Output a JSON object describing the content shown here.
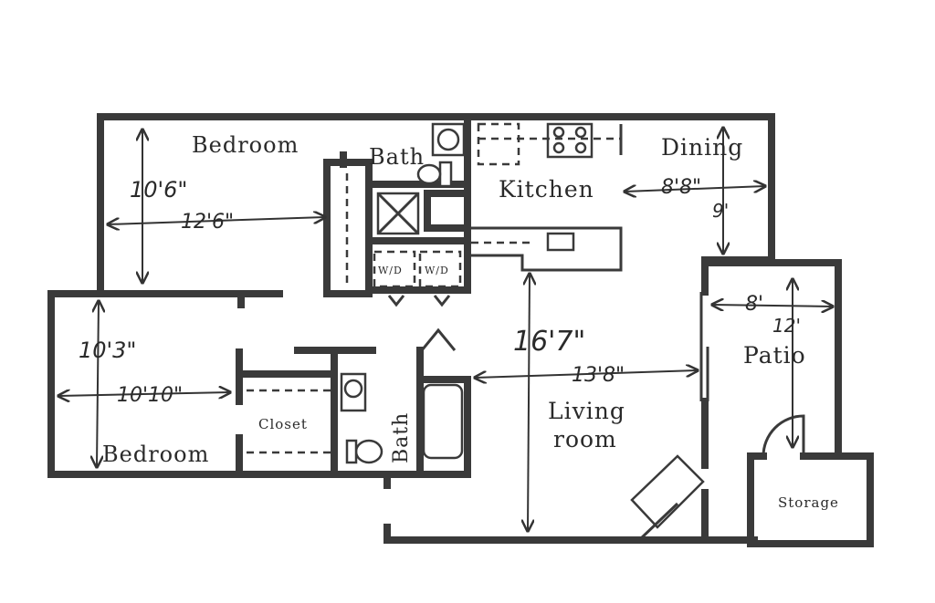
{
  "rooms": {
    "bedroom_1": "Bedroom",
    "bath_1": "Bath",
    "kitchen": "Kitchen",
    "dining": "Dining",
    "patio": "Patio",
    "bedroom_2": "Bedroom",
    "closet": "Closet",
    "bath_2": "Bath",
    "living_line1": "Living",
    "living_line2": "room",
    "storage": "Storage"
  },
  "appliances": {
    "washer_dryer_1": "W/D",
    "washer_dryer_2": "W/D"
  },
  "dimensions": {
    "bedroom_1_height": "10'6\"",
    "bedroom_1_width": "12'6\"",
    "dining_width": "8'8\"",
    "dining_height": "9'",
    "patio_width": "8'",
    "patio_height": "12'",
    "living_height": "16'7\"",
    "living_width": "13'8\"",
    "bedroom_2_height": "10'3\"",
    "bedroom_2_width": "10'10\""
  }
}
